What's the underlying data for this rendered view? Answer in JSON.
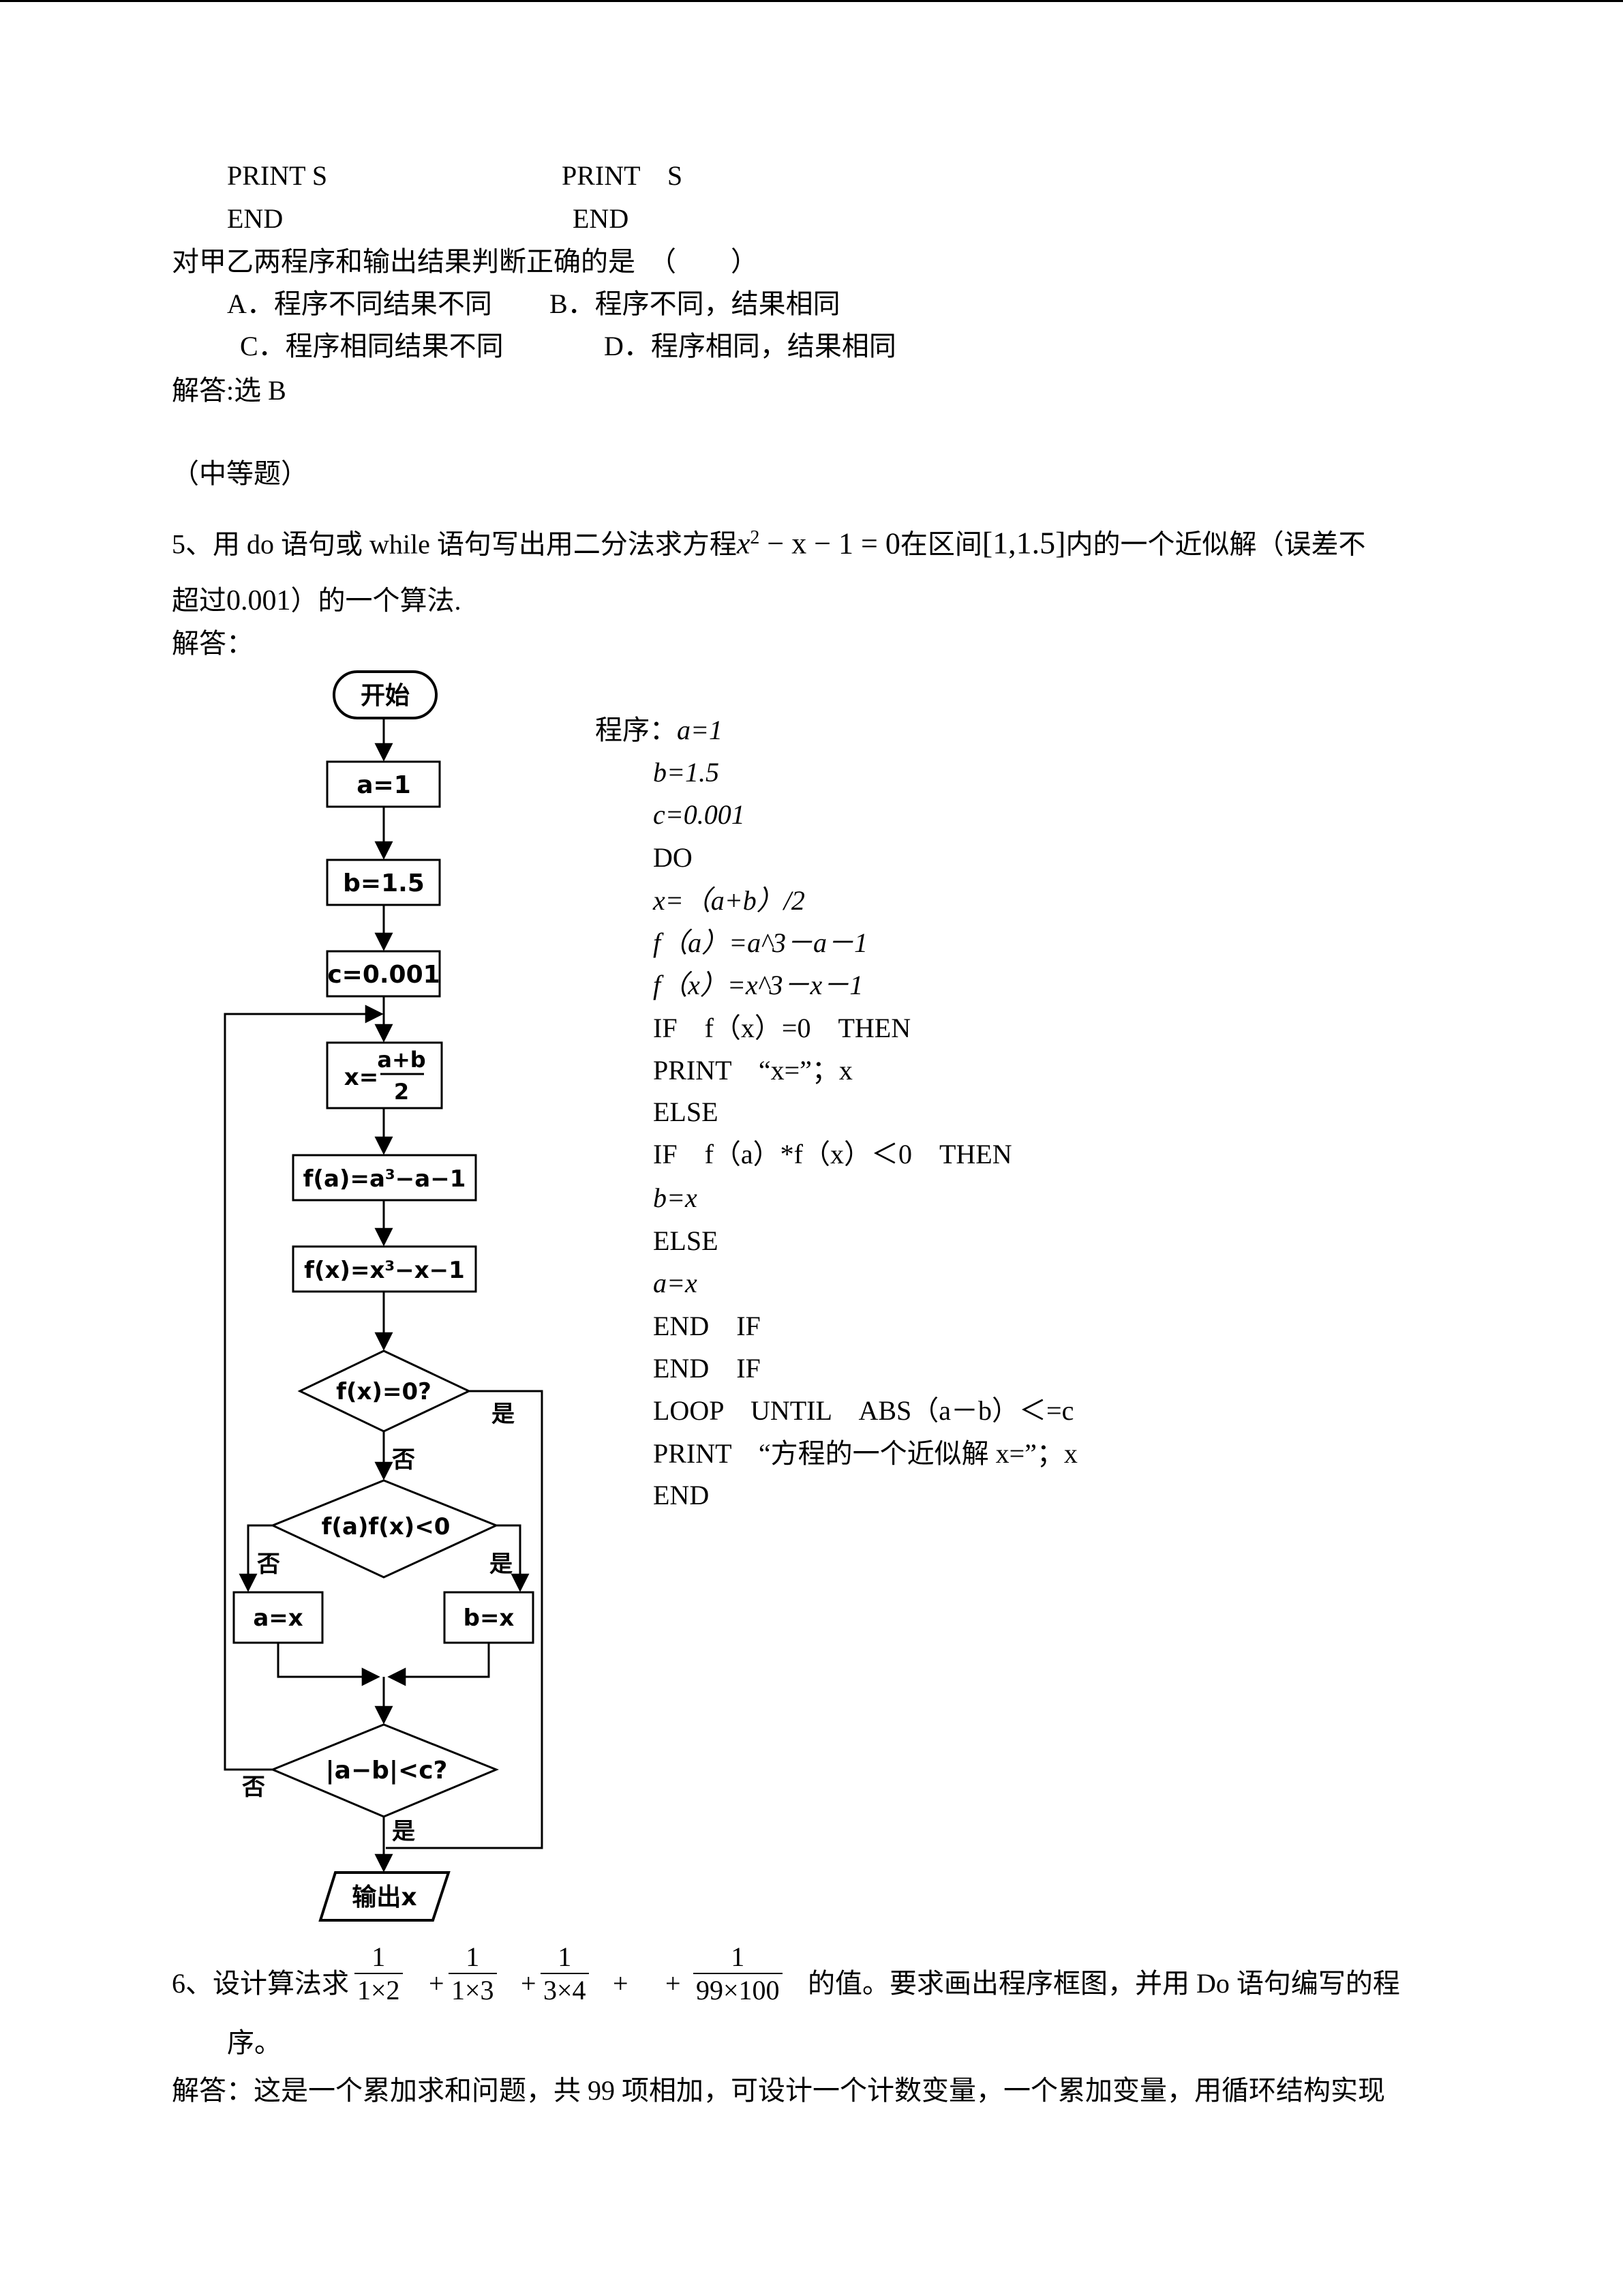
{
  "prev_question": {
    "left_print": "PRINT S",
    "left_end": "END",
    "right_print": "PRINT　S",
    "right_end": "END",
    "question": "对甲乙两程序和输出结果判断正确的是　（　　）",
    "option_a": "A．程序不同结果不同",
    "option_b": "B．程序不同，结果相同",
    "option_c": "C．程序相同结果不同",
    "option_d": "D．程序相同，结果相同",
    "answer": "解答:选 B"
  },
  "section_label": "（中等题）",
  "q5": {
    "part1": "5、用 do 语句或 while 语句写出用二分法求方程",
    "equation_x": "x",
    "equation_exp": "2",
    "equation_rest": " − x − 1 = 0",
    "part2": "在区间",
    "interval": "[1,1.5]",
    "part3": "内的一个近似解（误差不",
    "line2_a": "超过",
    "line2_num": "0.001",
    "line2_b": "）的一个算法.",
    "answer_label": "解答："
  },
  "program": {
    "label": "程序：",
    "lines": [
      "a=1",
      "b=1.5",
      "c=0.001",
      "DO",
      "x=（a+b）/2",
      "f（a）=a^3－a－1",
      "f（x）=x^3－x－1",
      "IF　f（x）=0　THEN",
      "PRINT　“x=”；x",
      "ELSE",
      "IF　f（a）*f（x）＜0　THEN",
      "b=x",
      "ELSE",
      "a=x",
      "END　IF",
      "END　IF",
      "LOOP　UNTIL　ABS（a－b）＜=c",
      "PRINT　“方程的一个近似解 x=”；x",
      "END"
    ]
  },
  "flowchart": {
    "start": "开始",
    "a_init": "a=1",
    "b_init": "b=1.5",
    "c_init": "c=0.001",
    "x_lhs": "x=",
    "x_num": "a+b",
    "x_den": "2",
    "fa": "f(a)=a³−a−1",
    "fx": "f(x)=x³−x−1",
    "cond1": "f(x)=0?",
    "cond2": "f(a)f(x)<0",
    "assign_a": "a=x",
    "assign_b": "b=x",
    "cond3": "|a−b|<c?",
    "output": "输出x",
    "yes": "是",
    "no": "否"
  },
  "q6": {
    "prefix": "6、设计算法求",
    "fractions": [
      {
        "num": "1",
        "den": "1×2"
      },
      {
        "num": "1",
        "den": "1×3"
      },
      {
        "num": "1",
        "den": "3×4"
      },
      {
        "num": "1",
        "den": "99×100"
      }
    ],
    "plus": "+",
    "suffix": "的值。要求画出程序框图，并用 Do 语句编写的程",
    "line2": "序。",
    "answer": "解答：这是一个累加求和问题，共 99 项相加，可设计一个计数变量，一个累加变量，用循环结构实现"
  }
}
